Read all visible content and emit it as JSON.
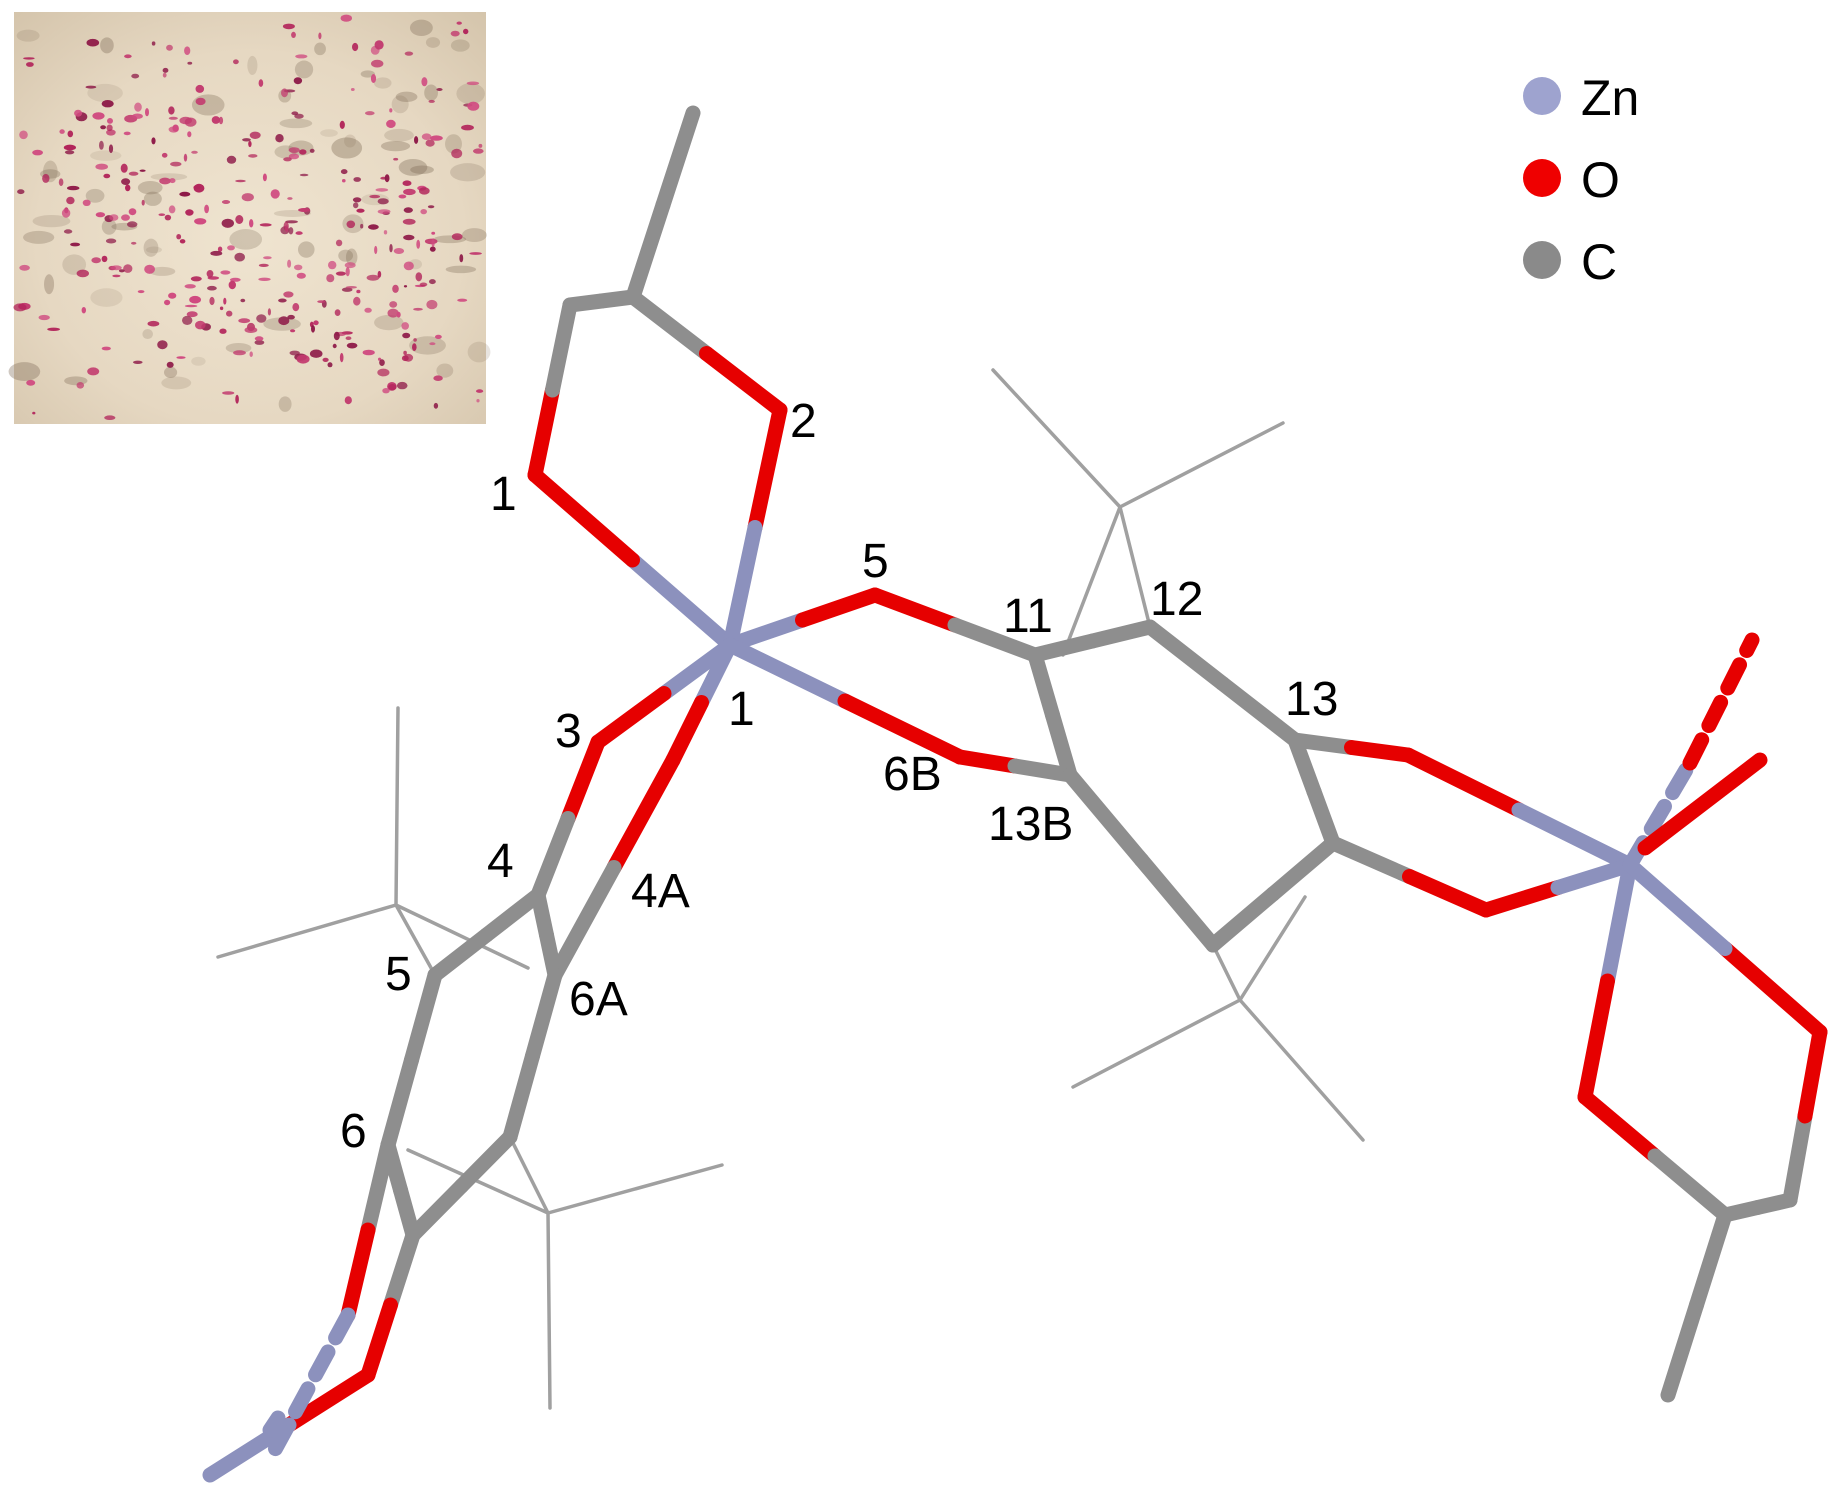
{
  "colors": {
    "Zn": "#8c91bd",
    "O": "#e60000",
    "C": "#8e8e8e",
    "wire": "#a0a0a0"
  },
  "legend": [
    {
      "symbol": "Zn",
      "color": "#9ea3cf"
    },
    {
      "symbol": "O",
      "color": "#ef0000"
    },
    {
      "symbol": "C",
      "color": "#8a8a8a"
    }
  ],
  "atom_labels": [
    "1",
    "2",
    "5",
    "11",
    "12",
    "13",
    "1",
    "3",
    "6B",
    "13B",
    "4",
    "4A",
    "5",
    "6A",
    "6"
  ],
  "inset_photo": {
    "description": "crystal micrograph inset",
    "dots": [
      "#b2245a",
      "#c23a6e",
      "#8e1a48",
      "#d04a80"
    ]
  }
}
